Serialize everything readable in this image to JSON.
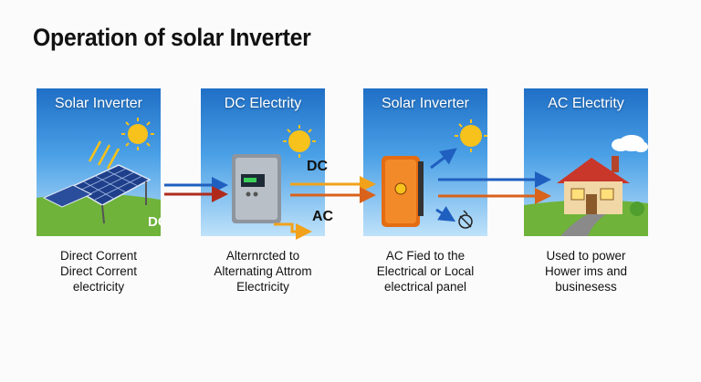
{
  "title": "Operation of solar Inverter",
  "panels": [
    {
      "label": "Solar Inverter",
      "tag": "DC"
    },
    {
      "label": "DC Electrity"
    },
    {
      "label": "Solar Inverter"
    },
    {
      "label": "AC Electrity"
    }
  ],
  "tags": {
    "dc": "DC",
    "ac": "AC"
  },
  "captions": [
    [
      "Direct Corrent",
      "Direct Corrent",
      "electricity"
    ],
    [
      "Alternrcted to",
      "Alternating Attrom",
      "Electricity"
    ],
    [
      "AC Fied to the",
      "Electrical or Local",
      "electrical panel"
    ],
    [
      "Used to power",
      "Hower ims and",
      "businesess"
    ]
  ],
  "colors": {
    "dc_arrow": "#1f5fbf",
    "ac_arrow": "#d9621c",
    "inverter": "#f07a1a",
    "sun": "#f7c21b"
  }
}
